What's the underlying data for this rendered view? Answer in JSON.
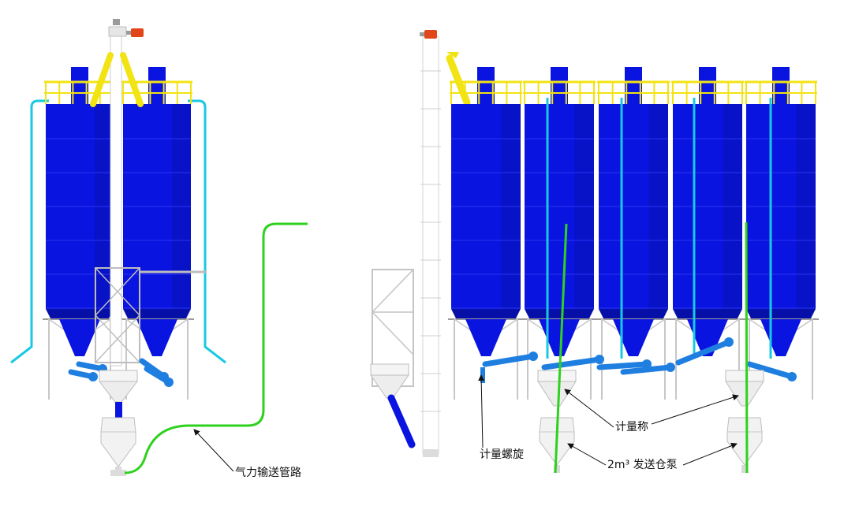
{
  "labels": {
    "pneumatic_pipeline": "气力输送管路",
    "metering_screw": "计量螺旋",
    "weighing_scale": "计量称",
    "pump": "2m³ 发送仓泵"
  },
  "colors": {
    "silo_blue": "#0a14e0",
    "silo_blue_dark": "#0610a8",
    "railing_yellow": "#f2e313",
    "pipe_cyan": "#19c9e3",
    "screw_blue": "#1f7fe0",
    "pipeline_green": "#2fd11f",
    "motor_red": "#e0461a",
    "frame_gray": "#c7c7c7"
  },
  "icons": [
    "silo",
    "bucket-elevator",
    "screw-conveyor",
    "weighing-hopper",
    "pneumatic-pump",
    "motor"
  ]
}
